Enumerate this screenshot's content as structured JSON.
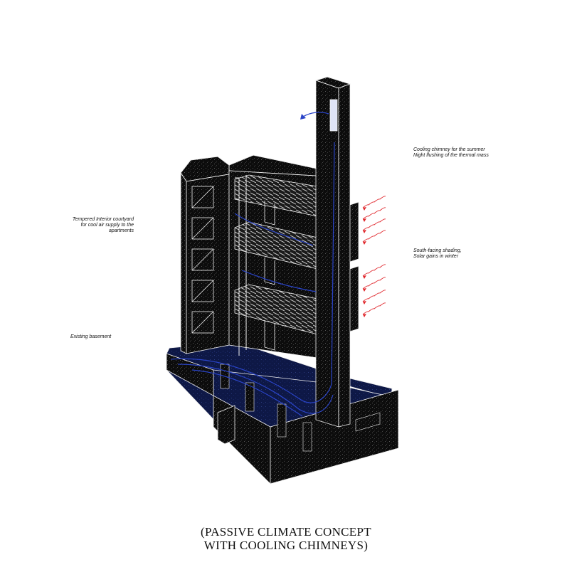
{
  "annotations": {
    "courtyard": [
      "Tempered Interior courtyard",
      "for cool air supply to the",
      "apartments"
    ],
    "basement": [
      "Existing basement"
    ],
    "chimney": [
      "Cooling chimney for the summer",
      "Night flushing of the thermal mass"
    ],
    "shading": [
      "South-facing shading,",
      "Solar gains in winter"
    ]
  },
  "caption": [
    "(PASSIVE CLIMATE CONCEPT",
    "WITH COOLING CHIMNEYS)"
  ],
  "colors": {
    "structure": "#111111",
    "edge": "#f2f2f2",
    "basement_blue": "#0e1846",
    "airflow": "#2a44c8",
    "heat": "#e0262b"
  }
}
